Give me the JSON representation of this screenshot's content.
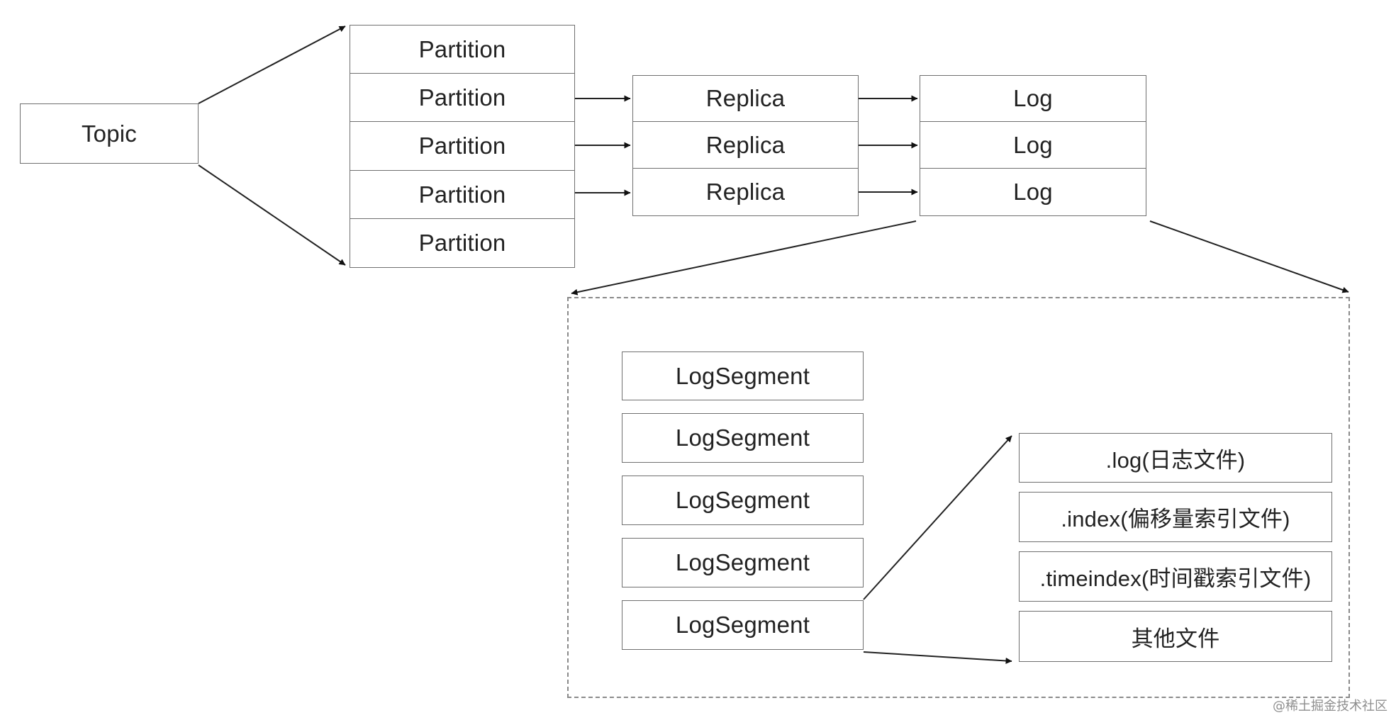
{
  "topic": {
    "label": "Topic"
  },
  "partitions": [
    "Partition",
    "Partition",
    "Partition",
    "Partition",
    "Partition"
  ],
  "replicas": [
    "Replica",
    "Replica",
    "Replica"
  ],
  "logs": [
    "Log",
    "Log",
    "Log"
  ],
  "log_segments": [
    "LogSegment",
    "LogSegment",
    "LogSegment",
    "LogSegment",
    "LogSegment"
  ],
  "segment_files": [
    ".log(日志文件)",
    ".index(偏移量索引文件)",
    ".timeindex(时间戳索引文件)",
    "其他文件"
  ],
  "watermark": {
    "text": "@稀土掘金技术社区"
  }
}
